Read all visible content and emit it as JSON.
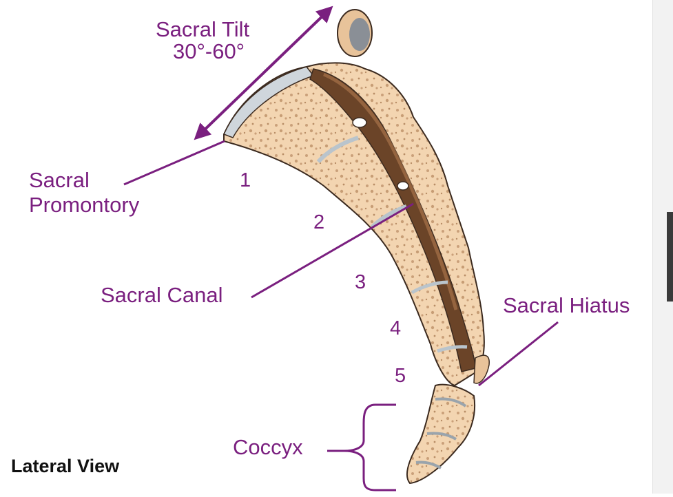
{
  "colors": {
    "label": "#7a1f7f",
    "bone_light": "#f5d9b8",
    "bone_mid": "#e8c39a",
    "bone_outline": "#3b2a1f",
    "canal": "#5a3a25",
    "disc": "#b9c4cc"
  },
  "diagram": {
    "tilt_label_line1": "Sacral Tilt",
    "tilt_label_line2": "30°-60°",
    "promontory_line1": "Sacral",
    "promontory_line2": "Promontory",
    "canal_label": "Sacral Canal",
    "hiatus_label": "Sacral Hiatus",
    "coccyx_label": "Coccyx",
    "segments": [
      "1",
      "2",
      "3",
      "4",
      "5"
    ],
    "view_caption": "Lateral View"
  }
}
